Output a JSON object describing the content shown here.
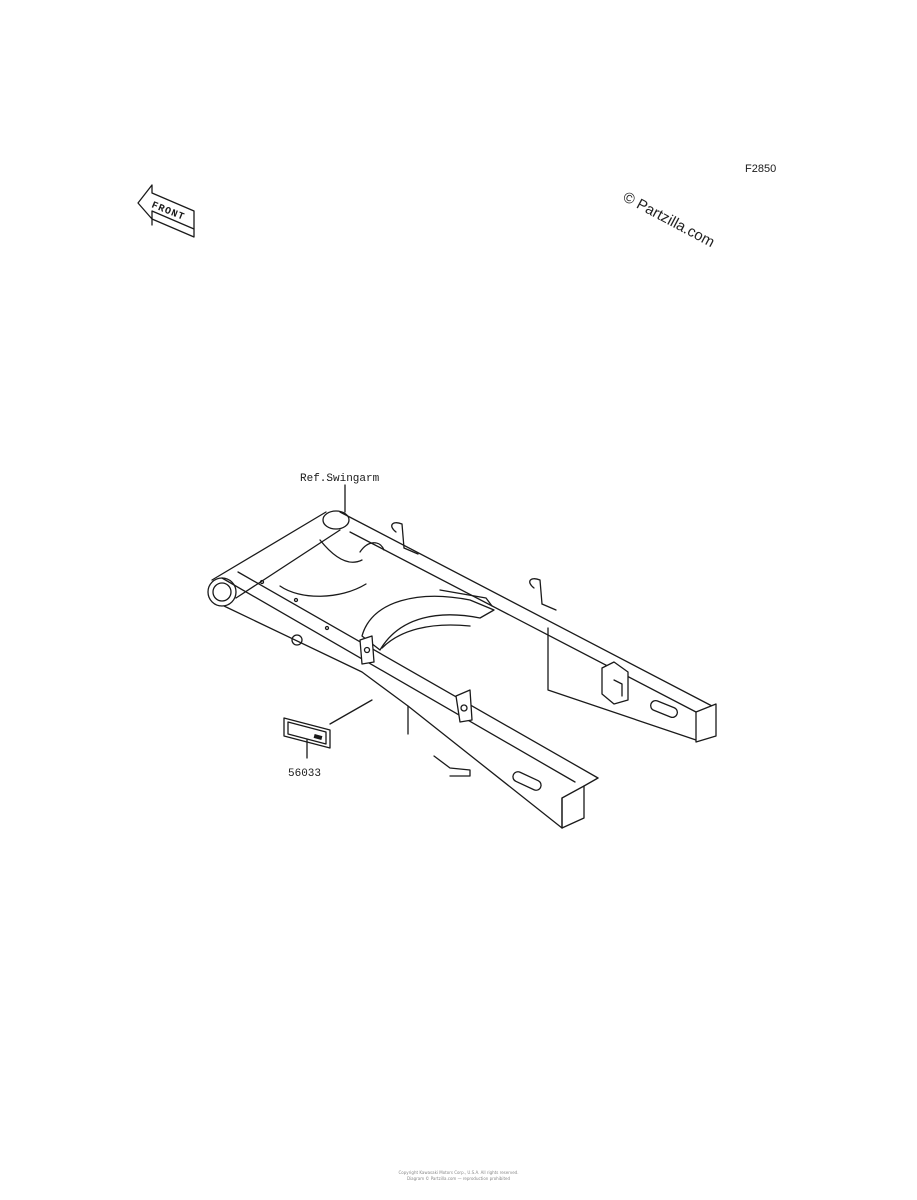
{
  "figure_code": "F2850",
  "watermark": "© Partzilla.com",
  "front_label": "FRONT",
  "callouts": {
    "ref_swingarm": "Ref.Swingarm",
    "label_part": "56033"
  },
  "footer": {
    "line1": "Copyright Kawasaki Motors Corp., U.S.A. All rights reserved.",
    "line2": "Diagram © Partzilla.com — reproduction prohibited"
  }
}
